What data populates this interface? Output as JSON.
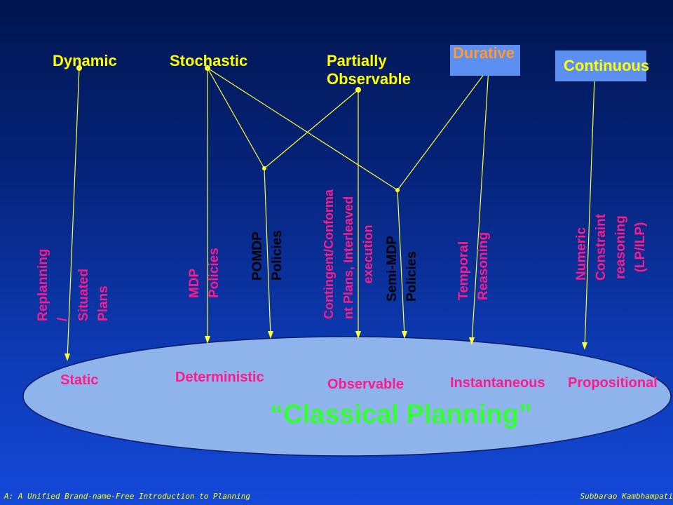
{
  "top_labels": {
    "dynamic": "Dynamic",
    "stochastic": "Stochastic",
    "partially_observable": [
      "Partially",
      "Observable"
    ],
    "durative": "Durative",
    "continuous": "Continuous"
  },
  "policy_labels": {
    "replanning": [
      "Replanning",
      "/",
      "Situated",
      "Plans"
    ],
    "mdp": [
      "MDP",
      "Policies"
    ],
    "pomdp": [
      "POMDP",
      "Policies"
    ],
    "contingent": [
      "Contingent/Conforma",
      "nt Plans, Interleaved",
      "execution"
    ],
    "semi_mdp": [
      "Semi-MDP",
      "Policies"
    ],
    "temporal": [
      "Temporal",
      "Reasoning"
    ],
    "numeric": [
      "Numeric",
      "Constraint",
      "reasoning",
      "(LP/ILP)"
    ]
  },
  "bottom_labels": {
    "static": "Static",
    "deterministic": "Deterministic",
    "observable": "Observable",
    "instantaneous": "Instantaneous",
    "propositional": "Propositional"
  },
  "center_label": "“Classical Planning”",
  "footer": {
    "left": "A: A  Unified Brand-name-Free Introduction to Planning",
    "right": "Subbarao Kambhampati"
  },
  "colors": {
    "top_text": "#ffff00",
    "policy_text": "#ff1a8c",
    "policy_text_alt": "#000000",
    "ellipse_fill": "#8fb4ec",
    "center_text": "#33ff33",
    "box_fill": "#5b8ff0",
    "line": "#ffff33"
  }
}
